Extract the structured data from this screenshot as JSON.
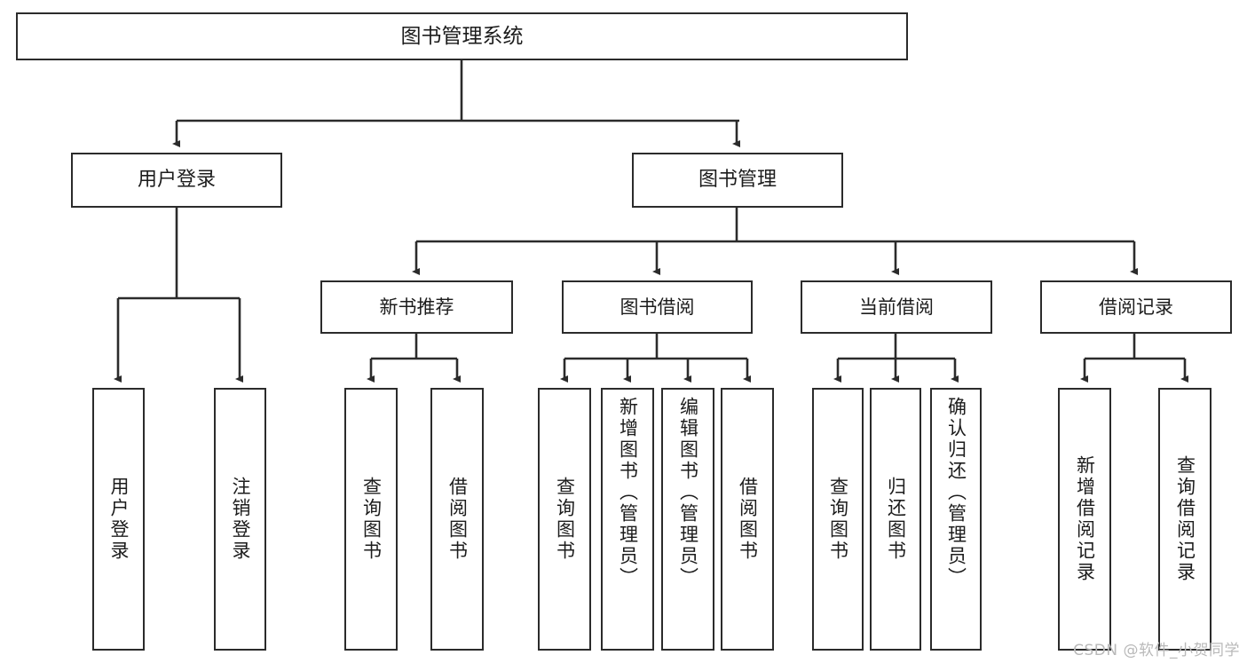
{
  "diagram": {
    "title": "图书管理系统",
    "watermark": "CSDN @软件_小贺同学",
    "stroke_color": "#2b2b2b",
    "text_color": "#1c1c1c",
    "background_color": "#ffffff",
    "watermark_color": "#b9b9b9"
  },
  "nodes": {
    "root": {
      "label": "图书管理系统"
    },
    "level1": [
      {
        "label": "用户登录"
      },
      {
        "label": "图书管理"
      }
    ],
    "level2": [
      {
        "label": "新书推荐"
      },
      {
        "label": "图书借阅"
      },
      {
        "label": "当前借阅"
      },
      {
        "label": "借阅记录"
      }
    ],
    "leaves": {
      "user_login": [
        {
          "label": "用户登录"
        },
        {
          "label": "注销登录"
        }
      ],
      "new_book_recommend": [
        {
          "label": "查询图书"
        },
        {
          "label": "借阅图书"
        }
      ],
      "book_borrow": [
        {
          "label": "查询图书"
        },
        {
          "label": "新增图书（管理员）"
        },
        {
          "label": "编辑图书（管理员）"
        },
        {
          "label": "借阅图书"
        }
      ],
      "current_borrow": [
        {
          "label": "查询图书"
        },
        {
          "label": "归还图书"
        },
        {
          "label": "确认归还（管理员）"
        }
      ],
      "borrow_record": [
        {
          "label": "新增借阅记录"
        },
        {
          "label": "查询借阅记录"
        }
      ]
    }
  }
}
